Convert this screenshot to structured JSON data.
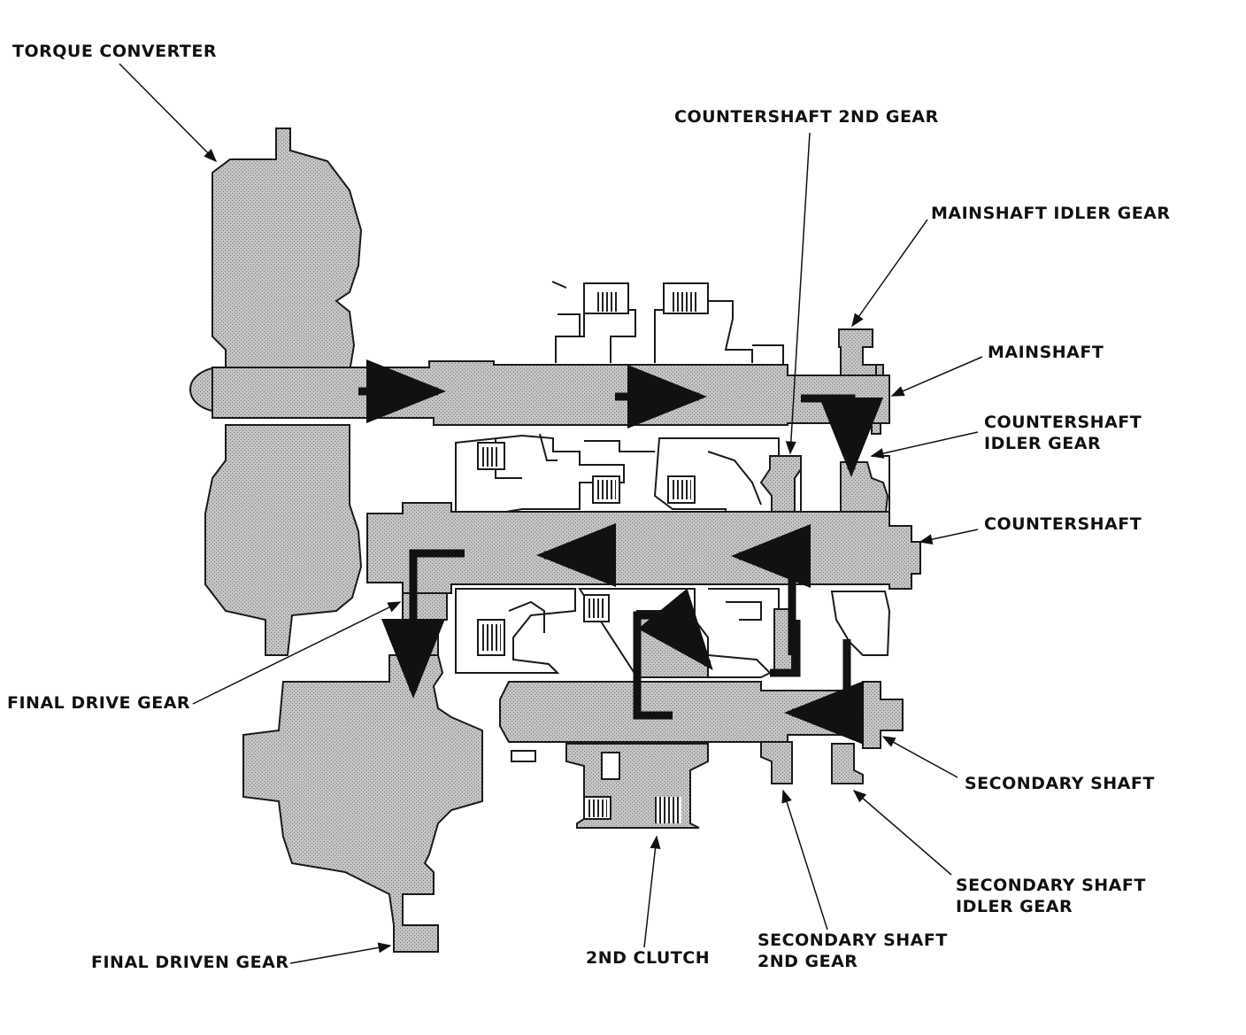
{
  "labels": {
    "torque_converter": "TORQUE CONVERTER",
    "countershaft_2nd_gear": "COUNTERSHAFT 2ND GEAR",
    "mainshaft_idler_gear": "MAINSHAFT IDLER GEAR",
    "mainshaft": "MAINSHAFT",
    "countershaft_idler_gear_1": "COUNTERSHAFT",
    "countershaft_idler_gear_2": "IDLER GEAR",
    "countershaft": "COUNTERSHAFT",
    "final_drive_gear": "FINAL DRIVE GEAR",
    "secondary_shaft": "SECONDARY SHAFT",
    "secondary_shaft_idler_gear_1": "SECONDARY SHAFT",
    "secondary_shaft_idler_gear_2": "IDLER GEAR",
    "secondary_shaft_2nd_gear_1": "SECONDARY SHAFT",
    "secondary_shaft_2nd_gear_2": "2ND GEAR",
    "second_clutch": "2ND CLUTCH",
    "final_driven_gear": "FINAL DRIVEN GEAR"
  },
  "colors": {
    "ink": "#111111",
    "shaded": "#b3b3b3",
    "line": "#1a1a1a",
    "background": "#ffffff"
  }
}
